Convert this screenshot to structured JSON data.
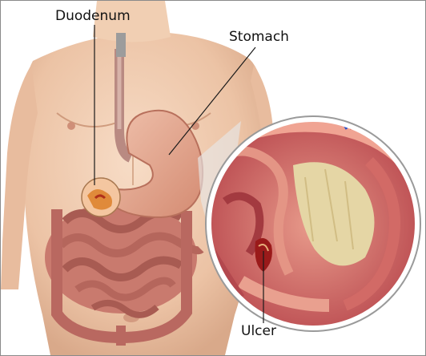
{
  "labels": {
    "duodenum": "Duodenum",
    "stomach": "Stomach",
    "ulcer": "Ulcer"
  },
  "colors": {
    "skin": "#f1cfb3",
    "skin_shadow": "#d9a98a",
    "stomach": "#e3a389",
    "intestine": "#c97a6e",
    "tissue": "#c9565a",
    "tissue_light": "#e49585",
    "lumen": "#e5d6a5",
    "ulcer": "#9a1a1a",
    "leader_line": "#1a1a1a"
  },
  "icons": {
    "magnifier": "magnified-inset-circle"
  }
}
